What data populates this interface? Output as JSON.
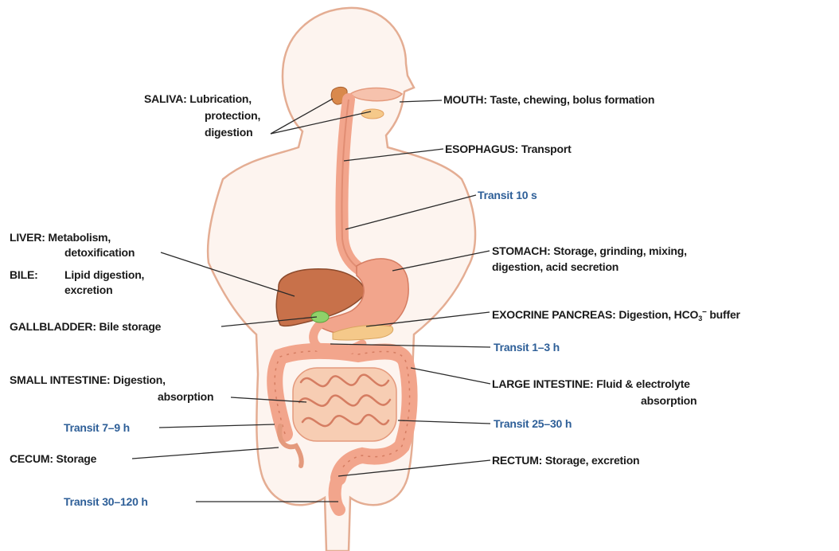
{
  "labels": {
    "saliva": {
      "term": "SALIVA:",
      "line1": "Lubrication,",
      "line2": "protection,",
      "line3": "digestion"
    },
    "mouth": {
      "term": "MOUTH:",
      "desc": "Taste, chewing, bolus formation"
    },
    "esophagus": {
      "term": "ESOPHAGUS:",
      "desc": "Transport"
    },
    "transit_esophagus": "Transit 10 s",
    "liver": {
      "term": "LIVER:",
      "line1": "Metabolism,",
      "line2": "detoxification"
    },
    "bile": {
      "term": "BILE:",
      "line1": "Lipid digestion,",
      "line2": "excretion"
    },
    "stomach": {
      "term": "STOMACH:",
      "line1": "Storage, grinding, mixing,",
      "line2": "digestion, acid secretion"
    },
    "gallbladder": {
      "term": "GALLBLADDER:",
      "desc": "Bile storage"
    },
    "pancreas": {
      "term": "EXOCRINE PANCREAS:",
      "desc": "Digestion, HCO",
      "sub": "3",
      "sup": "−",
      "desc_end": " buffer"
    },
    "transit_stomach": "Transit 1–3 h",
    "small_intestine": {
      "term": "SMALL INTESTINE:",
      "line1": "Digestion,",
      "line2": "absorption"
    },
    "large_intestine": {
      "term": "LARGE INTESTINE:",
      "line1": "Fluid & electrolyte",
      "line2": "absorption"
    },
    "transit_small": "Transit 7–9 h",
    "transit_large": "Transit 25–30 h",
    "cecum": {
      "term": "CECUM:",
      "desc": "Storage"
    },
    "rectum": {
      "term": "RECTUM:",
      "desc": "Storage, excretion"
    },
    "transit_rectum": "Transit 30–120 h"
  },
  "colors": {
    "body_outline": "#e4ad93",
    "body_fill": "#fdf4ef",
    "tract": "#f2a58c",
    "liver": "#c8714a",
    "gallbladder": "#8fd16a",
    "pancreas": "#f5c98a",
    "transit_text": "#2e5f98",
    "leader_line": "#2a2a2a"
  }
}
